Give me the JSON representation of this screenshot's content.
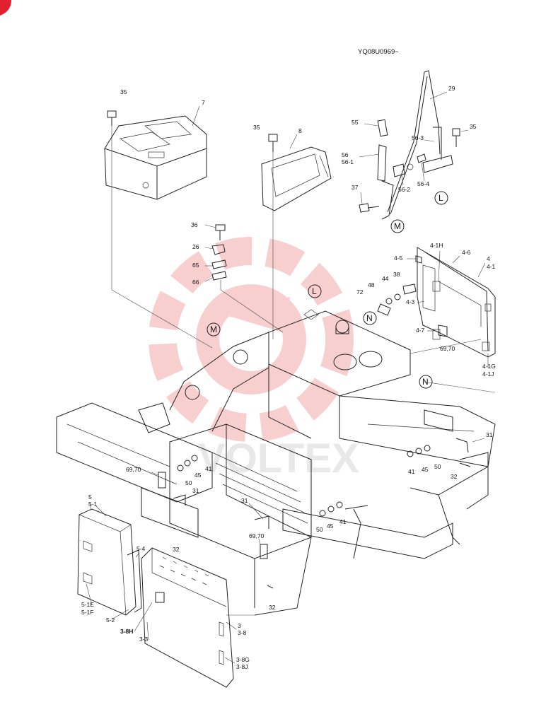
{
  "header_code": "YQ08U0969~",
  "watermark": "VOLTEX",
  "callouts": [
    "L",
    "M",
    "N",
    "L",
    "M",
    "N"
  ],
  "labels": [
    "35",
    "7",
    "35",
    "8",
    "55",
    "56",
    "56-1",
    "29",
    "56-3",
    "35",
    "56-2",
    "56-4",
    "37",
    "36",
    "26",
    "65",
    "66",
    "4-5",
    "4-1H",
    "4-6",
    "4",
    "4-1",
    "72",
    "48",
    "44",
    "38",
    "4-3",
    "4-7",
    "69,70",
    "4-1G",
    "4-1J",
    "31",
    "69,70",
    "45",
    "41",
    "50",
    "31",
    "41",
    "45",
    "50",
    "32",
    "31",
    "50",
    "45",
    "41",
    "69,70",
    "32",
    "5",
    "5-1",
    "5-4",
    "32",
    "5-1E",
    "5-1F",
    "5-2",
    "3-8H",
    "3-3",
    "3",
    "3-8",
    "3-8G",
    "3-8J"
  ],
  "colors": {
    "line": "#222222",
    "watermark_gear": "#f3a8a8",
    "corner_mark": "#e2202f"
  },
  "icons": [
    "corner-mark-icon",
    "watermark-gear-icon"
  ]
}
